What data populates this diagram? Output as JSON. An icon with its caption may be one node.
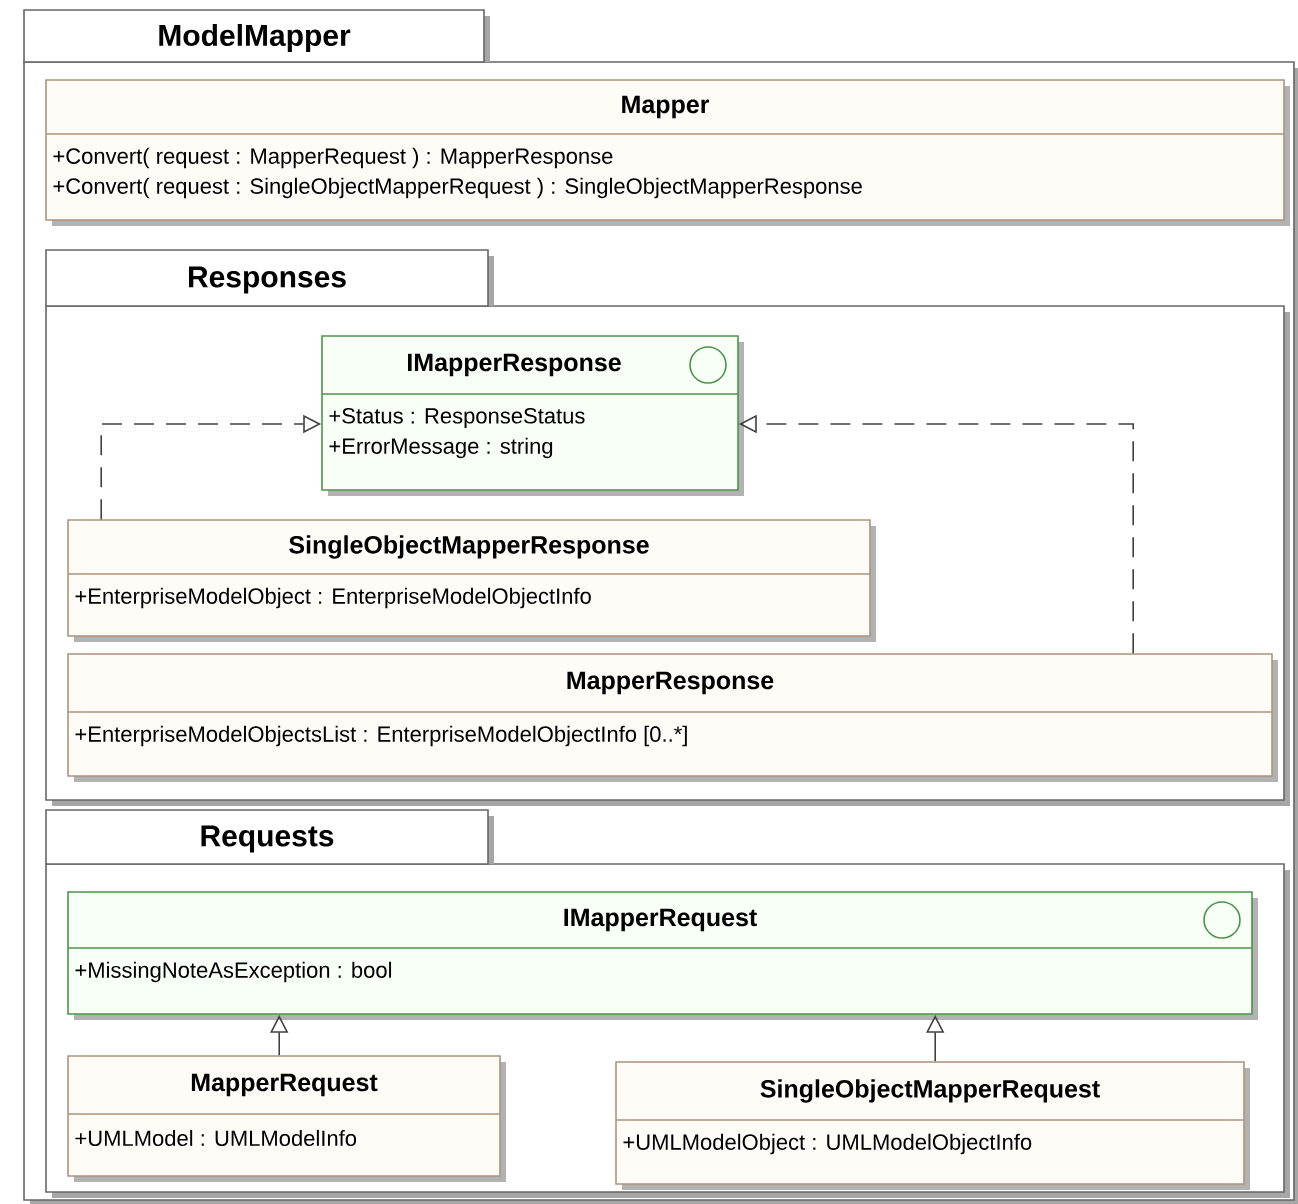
{
  "diagram": {
    "nodes": [
      {
        "text": [
          "ModelMapper"
        ]
      },
      {
        "text": [
          "Mapper",
          "+Convert( request : MapperRequest ) : MapperResponse",
          "+Convert( request : SingleObjectMapperRequest ) : SingleObjectMapperResponse"
        ],
        "in": 0
      },
      {
        "text": [
          "Responses"
        ],
        "in": 0
      },
      {
        "text": [
          "IMapperResponse",
          "+Status : ResponseStatus",
          "+ErrorMessage : string"
        ],
        "in": 2
      },
      {
        "text": [
          "SingleObjectMapperResponse",
          "+EnterpriseModelObject : EnterpriseModelObjectInfo"
        ],
        "in": 2
      },
      {
        "text": [
          "MapperResponse",
          "+EnterpriseModelObjectsList : EnterpriseModelObjectInfo [0..*]"
        ],
        "in": 2
      },
      {
        "text": [
          "Requests"
        ],
        "in": 0
      },
      {
        "text": [
          "IMapperRequest",
          "+MissingNoteAsException : bool"
        ],
        "in": 6
      },
      {
        "text": [
          "MapperRequest",
          "+UMLModel : UMLModelInfo"
        ],
        "in": 6
      },
      {
        "text": [
          "SingleObjectMapperRequest",
          "+UMLModelObject : UMLModelObjectInfo"
        ],
        "in": 6
      }
    ],
    "edges": [
      {
        "from": 4,
        "to": 3,
        "arrow": "to",
        "style": "dashed"
      },
      {
        "from": 5,
        "to": 3,
        "arrow": "to",
        "style": "dashed"
      },
      {
        "from": 8,
        "to": 7,
        "arrow": "to"
      },
      {
        "from": 9,
        "to": 7,
        "arrow": "to"
      }
    ]
  }
}
